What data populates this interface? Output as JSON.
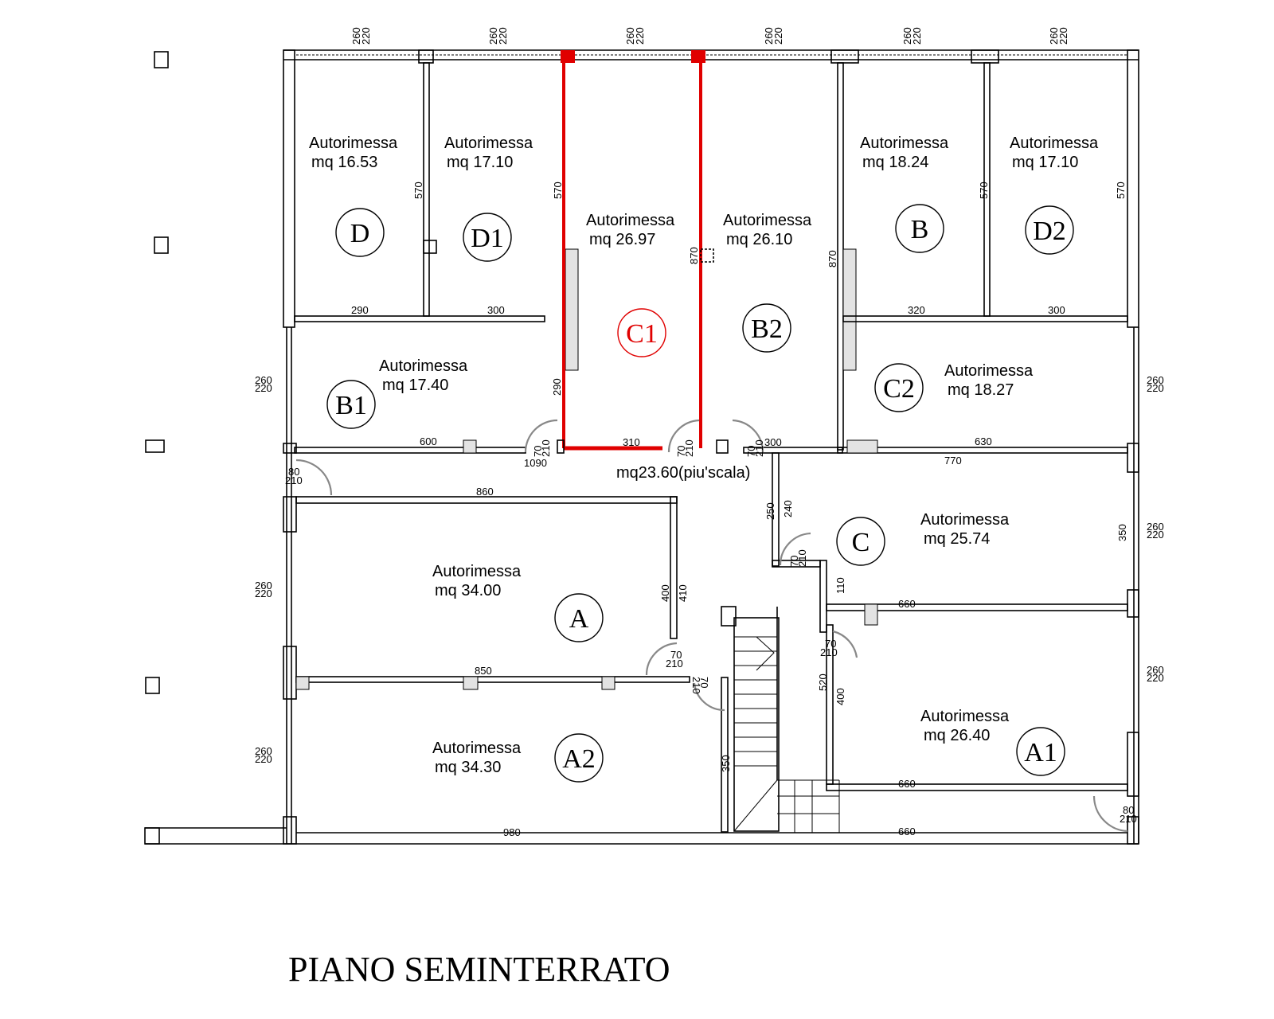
{
  "title": "PIANO SEMINTERRATO",
  "accent_color": "#e00000",
  "units": [
    {
      "id": "D",
      "label": "Autorimessa",
      "area": "mq 16.53"
    },
    {
      "id": "D1",
      "label": "Autorimessa",
      "area": "mq 17.10"
    },
    {
      "id": "C1",
      "label": "Autorimessa",
      "area": "mq 26.97",
      "highlighted": true
    },
    {
      "id": "B2",
      "label": "Autorimessa",
      "area": "mq 26.10"
    },
    {
      "id": "B",
      "label": "Autorimessa",
      "area": "mq 18.24"
    },
    {
      "id": "D2",
      "label": "Autorimessa",
      "area": "mq 17.10"
    },
    {
      "id": "B1",
      "label": "Autorimessa",
      "area": "mq 17.40"
    },
    {
      "id": "C2",
      "label": "Autorimessa",
      "area": "mq 18.27"
    },
    {
      "id": "C",
      "label": "Autorimessa",
      "area": "mq 25.74"
    },
    {
      "id": "A",
      "label": "Autorimessa",
      "area": "mq 34.00"
    },
    {
      "id": "A2",
      "label": "Autorimessa",
      "area": "mq 34.30"
    },
    {
      "id": "A1",
      "label": "Autorimessa",
      "area": "mq 26.40"
    }
  ],
  "corridor_area": "mq23.60(piu'scala)",
  "dimensions": {
    "window_top": [
      "260",
      "220"
    ],
    "window_side": [
      "260",
      "220"
    ],
    "d_depth": "570",
    "d1_depth": "570",
    "b_depth": "570",
    "d2_depth": "570",
    "c1_depth": "870",
    "b2_depth": "870",
    "b1_depth": "290",
    "d_width": "290",
    "d1_width": "300",
    "b_width": "320",
    "d2_width": "300",
    "b1_width": "600",
    "c1_width": "310",
    "b2_width": "300",
    "c2_width": "630",
    "corridor_length": "1090",
    "c_width": "770",
    "a_width": "860",
    "a_width_2": "850",
    "a_depth": "400",
    "a_depth_2": "410",
    "stair_wall_1": "250",
    "stair_wall_2": "240",
    "stair_wall_3": "110",
    "c_depth": "350",
    "c_bottom": "660",
    "a1_side": "520",
    "a1_side_2": "400",
    "a1_width": "660",
    "a2_width": "980",
    "a2_stair": "350",
    "bottom_right": "660",
    "door_narrow": [
      "70",
      "210"
    ],
    "door_wide": [
      "80",
      "210"
    ]
  }
}
